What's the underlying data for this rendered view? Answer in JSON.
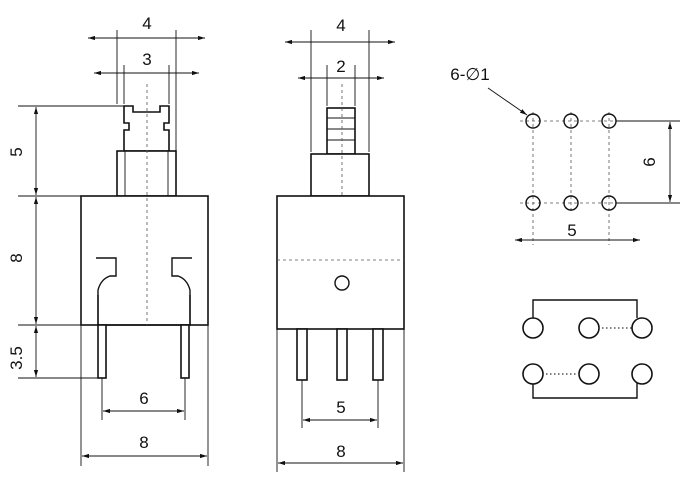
{
  "dimensions": {
    "left_top_outer": "4",
    "left_top_inner": "3",
    "left_vert_top": "5",
    "left_vert_mid": "8",
    "left_vert_bottom": "3.5",
    "left_bottom_inner": "6",
    "left_bottom_outer": "8",
    "mid_top_outer": "4",
    "mid_top_inner": "2",
    "mid_bottom_inner": "5",
    "mid_bottom_outer": "8",
    "holes_label": "6-∅1",
    "holes_vertical": "6",
    "holes_horizontal": "5"
  }
}
